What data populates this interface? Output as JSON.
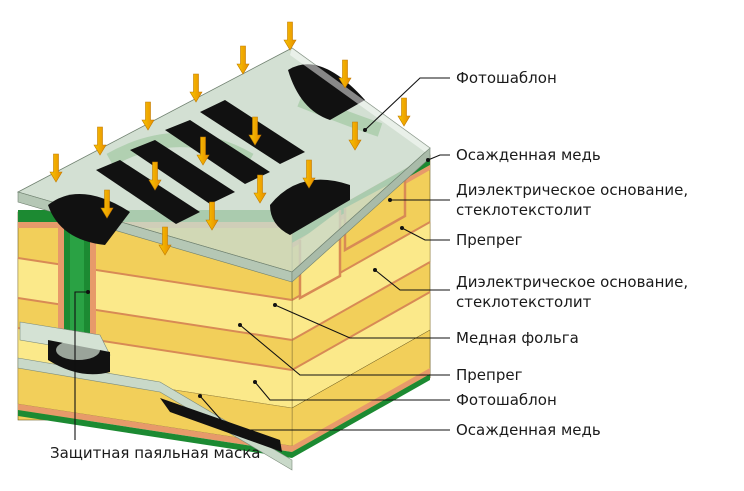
{
  "labels": {
    "photomask_top": "Фотошаблон",
    "plated_copper_top": "Осажденная медь",
    "dielectric_1": "Диэлектрическое основание,\nстеклотекстолит",
    "prepreg_top": "Препрег",
    "dielectric_2": "Диэлектрическое основание,\nстеклотекстолит",
    "copper_foil": "Медная фольга",
    "prepreg_bottom": "Препрег",
    "photomask_bottom": "Фотошаблон",
    "plated_copper_bottom": "Осажденная медь",
    "solder_mask": "Защитная паяльная маска"
  },
  "icons": {
    "uv_arrow": "exposure-arrow-icon"
  },
  "colors": {
    "core_yellow": "#f2cf5a",
    "prepreg_yellow": "#fbe98a",
    "copper": "#e79a6a",
    "solder_mask_green": "#1c8a32",
    "photomask_glass": "#c9d9c9",
    "mask_black": "#111111",
    "arrow_orange": "#f5a800"
  }
}
